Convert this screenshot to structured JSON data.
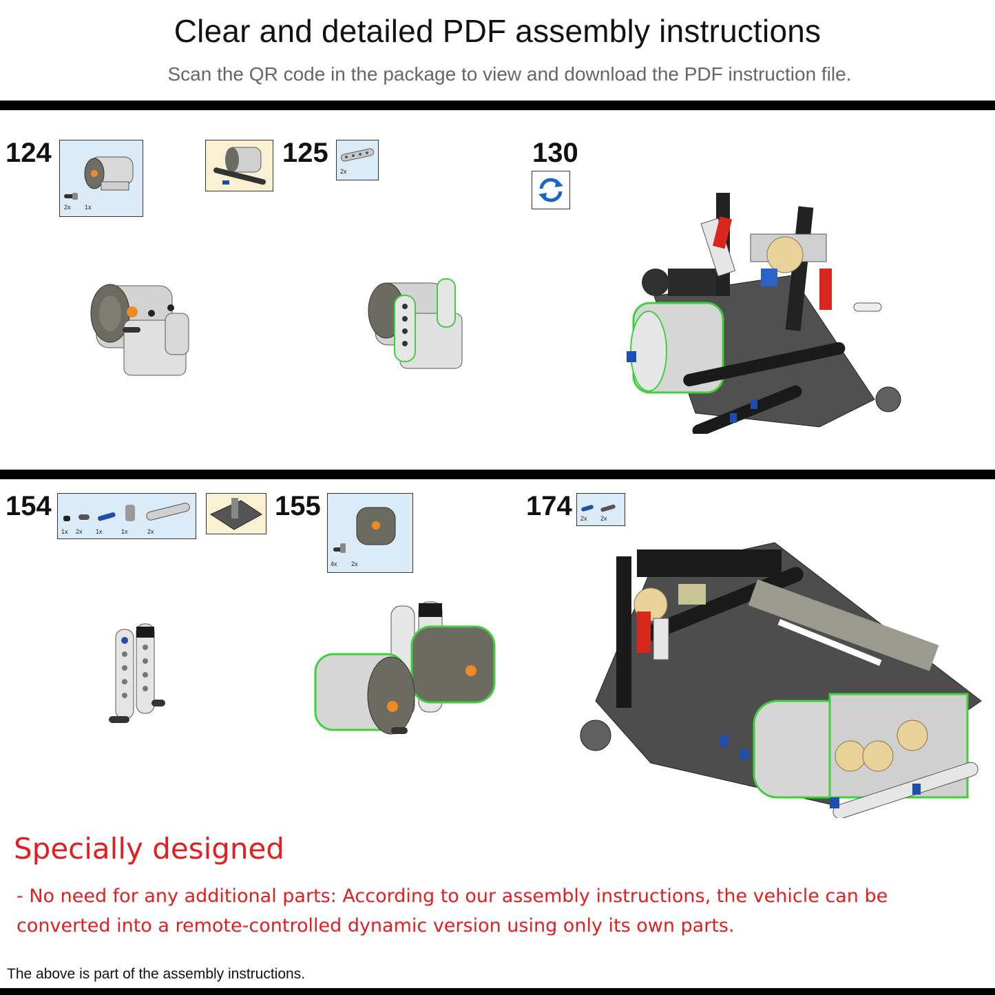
{
  "header": {
    "title": "Clear and detailed PDF assembly instructions",
    "subtitle": "Scan the QR code in the package to view and download the PDF instruction file."
  },
  "steps": {
    "s124": {
      "number": "124",
      "qty": [
        "2x",
        "1x"
      ]
    },
    "s125": {
      "number": "125",
      "qty": [
        "2x"
      ]
    },
    "s130": {
      "number": "130",
      "icon": "rotate-icon"
    },
    "s154": {
      "number": "154",
      "qty": [
        "1x",
        "2x",
        "1x",
        "1x",
        "2x"
      ]
    },
    "s155": {
      "number": "155",
      "qty": [
        "4x",
        "2x"
      ]
    },
    "s174": {
      "number": "174",
      "qty": [
        "2x",
        "2x"
      ]
    }
  },
  "feature": {
    "heading": "Specially designed",
    "line1": "- No need for any additional parts: According to our assembly instructions, the vehicle can be",
    "line2": "converted into a remote-controlled dynamic version using only its own parts."
  },
  "footer": {
    "note": "The above is part of the assembly instructions."
  },
  "colors": {
    "accent_red": "#e41e1e",
    "part_box_bg": "#dcebf8",
    "subassembly_bg": "#faf0d2",
    "rule": "#000000",
    "highlight_green": "#3fcf3f"
  }
}
